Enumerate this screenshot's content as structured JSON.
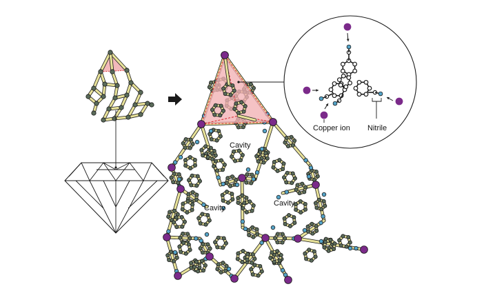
{
  "labels": {
    "cavity_top": "Cavity",
    "cavity_left": "Cavity",
    "cavity_right": "Cavity",
    "copper_ion": "Copper ion",
    "nitrile": "Nitrile"
  },
  "icons": {
    "arrow": "right-arrow-icon",
    "gem": "diamond-gem-icon"
  },
  "colors": {
    "background": "#ffffff",
    "bond_fill": "#e8e29a",
    "carbon_atom": "#5a6b5a",
    "nitrogen_atom": "#55a4c8",
    "copper_atom": "#7b2a8a",
    "tetrahedron_fill": "#f2b1b4",
    "tetrahedron_edge": "#d6262b",
    "outline": "#1a1a1a"
  }
}
